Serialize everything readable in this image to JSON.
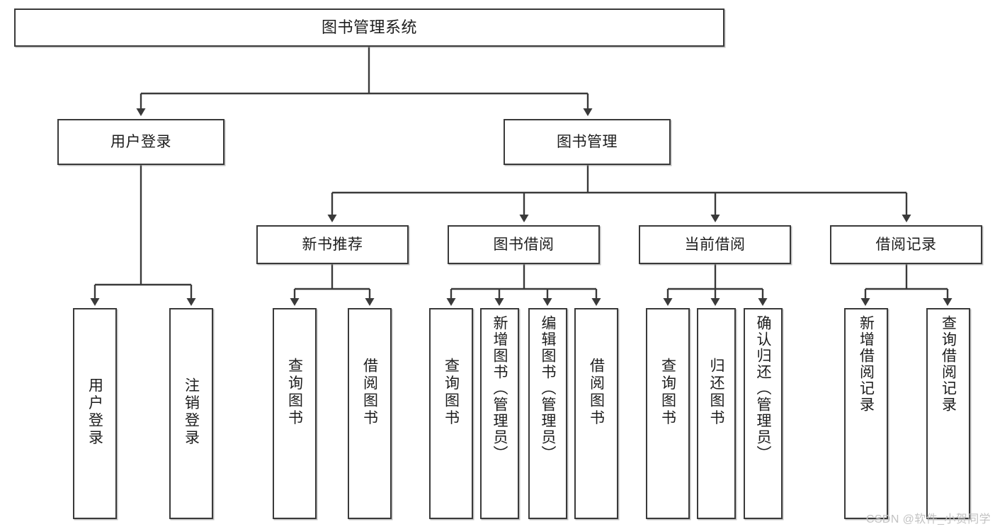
{
  "diagram": {
    "type": "tree",
    "title": "图书管理系统",
    "watermark": "CSDN @软件_小贺同学",
    "colors": {
      "background": "#ffffff",
      "node_border": "#3a3a3a",
      "node_fill": "#ffffff",
      "connector": "#3a3a3a",
      "text": "#1d1d1d",
      "watermark": "#c2c2c2"
    },
    "nodes": {
      "root": {
        "label": "图书管理系统"
      },
      "level2": [
        {
          "id": "user-login",
          "label": "用户登录"
        },
        {
          "id": "book-manage",
          "label": "图书管理"
        }
      ],
      "level3": [
        {
          "id": "new-book-rec",
          "label": "新书推荐"
        },
        {
          "id": "book-borrow",
          "label": "图书借阅"
        },
        {
          "id": "current-borrow",
          "label": "当前借阅"
        },
        {
          "id": "borrow-record",
          "label": "借阅记录"
        }
      ],
      "leaves": [
        {
          "id": "leaf-user-login",
          "label": "用户登录",
          "parent": "user-login"
        },
        {
          "id": "leaf-user-logout",
          "label": "注销登录",
          "parent": "user-login"
        },
        {
          "id": "leaf-query-book-1",
          "label": "查询图书",
          "parent": "new-book-rec"
        },
        {
          "id": "leaf-borrow-book-1",
          "label": "借阅图书",
          "parent": "new-book-rec"
        },
        {
          "id": "leaf-query-book-2",
          "label": "查询图书",
          "parent": "book-borrow"
        },
        {
          "id": "leaf-add-book",
          "label": "新增图书（管理员）",
          "parent": "book-borrow"
        },
        {
          "id": "leaf-edit-book",
          "label": "编辑图书（管理员）",
          "parent": "book-borrow"
        },
        {
          "id": "leaf-borrow-book-2",
          "label": "借阅图书",
          "parent": "book-borrow"
        },
        {
          "id": "leaf-query-book-3",
          "label": "查询图书",
          "parent": "current-borrow"
        },
        {
          "id": "leaf-return-book",
          "label": "归还图书",
          "parent": "current-borrow"
        },
        {
          "id": "leaf-confirm-return",
          "label": "确认归还（管理员）",
          "parent": "current-borrow"
        },
        {
          "id": "leaf-add-record",
          "label": "新增借阅记录",
          "parent": "borrow-record"
        },
        {
          "id": "leaf-query-record",
          "label": "查询借阅记录",
          "parent": "borrow-record"
        }
      ]
    }
  }
}
